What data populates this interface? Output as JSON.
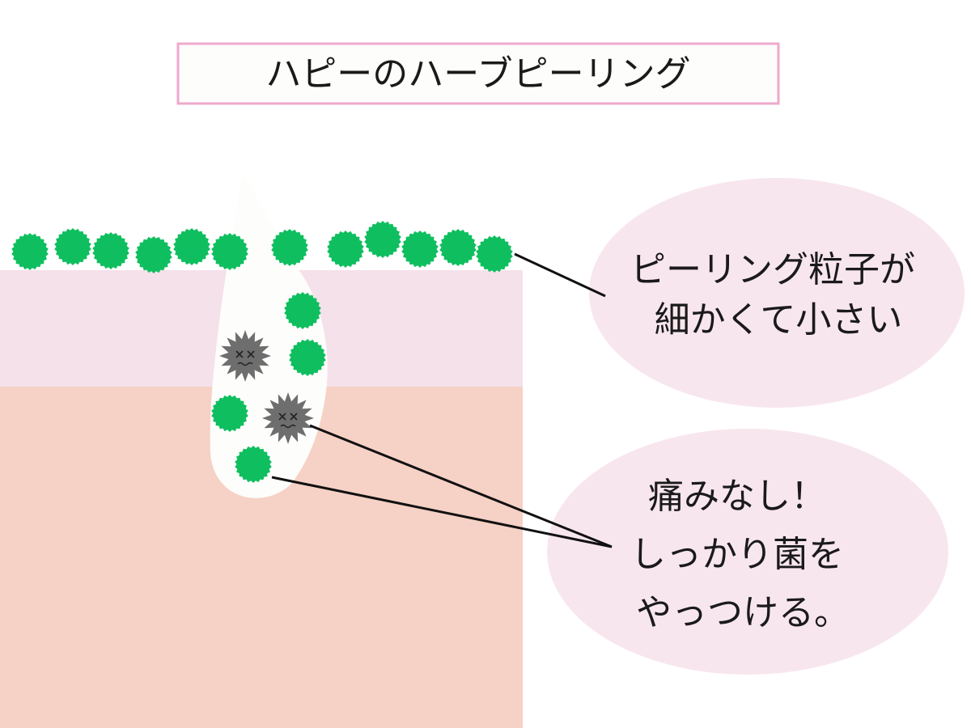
{
  "title": "ハピーのハーブピーリング",
  "callouts": {
    "particle": {
      "lines": [
        "ピーリング粒子が",
        "細かくて小さい"
      ]
    },
    "bacteria": {
      "lines": [
        "痛みなし！",
        "しっかり菌を",
        "やっつける。"
      ]
    }
  },
  "colors": {
    "title_border": "#f0a8cc",
    "title_fill": "#fdfdfb",
    "skin_upper": "#f5e1ea",
    "skin_lower": "#f6d1c5",
    "pore": "#fdfdfb",
    "particle": "#0fbf5f",
    "bacteria": "#6e6e6e",
    "bubble": "#f8e6ee",
    "line": "#111111"
  }
}
